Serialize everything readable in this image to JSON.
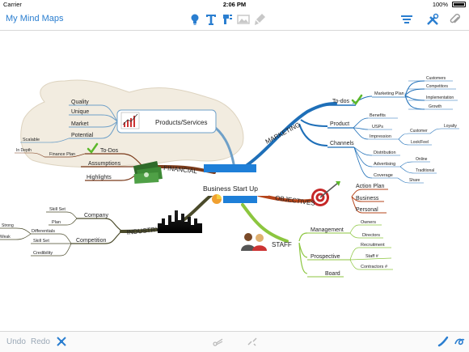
{
  "status_bar": {
    "carrier": "Carrier",
    "time": "2:06 PM",
    "battery": "100%"
  },
  "toolbar": {
    "title": "My Mind Maps",
    "icons": [
      "lightbulb-icon",
      "text-icon",
      "format-icon",
      "image-icon",
      "paint-icon",
      "list-icon",
      "tools-icon",
      "attach-icon"
    ]
  },
  "map": {
    "central": "Business Start Up",
    "marketing": {
      "label": "MARKETING",
      "todos": {
        "label": "To-dos",
        "marketing_plan": "Marketing Plan",
        "items": [
          "Customers",
          "Competitors",
          "Implementation",
          "Growth"
        ]
      },
      "product": {
        "label": "Product",
        "items": [
          "Benefits",
          "USPs",
          "Impression"
        ],
        "impression": [
          "Customer",
          "Look/Feel"
        ],
        "customer": "Loyalty"
      },
      "channels": {
        "label": "Channels",
        "items": [
          "Distribution",
          "Advertising",
          "Coverage",
          "Share"
        ],
        "advertising": [
          "Online",
          "Traditional"
        ]
      }
    },
    "objectives": {
      "label": "OBJECTIVES",
      "items": [
        "Action Plan",
        "Business",
        "Personal"
      ]
    },
    "staff": {
      "label": "STAFF",
      "management": {
        "label": "Management",
        "items": [
          "Owners",
          "Directors"
        ]
      },
      "prospective": {
        "label": "Prospective",
        "items": [
          "Recruitment",
          "Staff #",
          "Contractors #"
        ]
      },
      "board": "Board"
    },
    "industry": {
      "label": "INDUSTRY",
      "company": {
        "label": "Company",
        "items": [
          "Skill Set",
          "Plan"
        ]
      },
      "competition": {
        "label": "Competition",
        "items": [
          "Differentials",
          "Skill Set",
          "Credibility"
        ],
        "differentials": [
          "Strong",
          "Weak"
        ]
      }
    },
    "financial": {
      "label": "FINANCIAL",
      "items": [
        "To-Dos",
        "Assumptions",
        "Highlights"
      ],
      "todos": {
        "finance_plan": "Finance Plan",
        "in_depth": "In Depth"
      }
    },
    "products": {
      "label": "Products/Services",
      "items": [
        "Quality",
        "Unique",
        "Market",
        "Potential"
      ],
      "potential": "Scalable"
    }
  },
  "bottom_bar": {
    "undo": "Undo",
    "redo": "Redo"
  },
  "colors": {
    "accent": "#2a7ed0",
    "marketing": "#1e6fb8",
    "objectives": "#b5451b",
    "staff": "#8cc63f",
    "industry": "#4a4a2a",
    "financial": "#7a3a1a",
    "products": "#6fa0c8",
    "cloud": "#f2ece0"
  }
}
